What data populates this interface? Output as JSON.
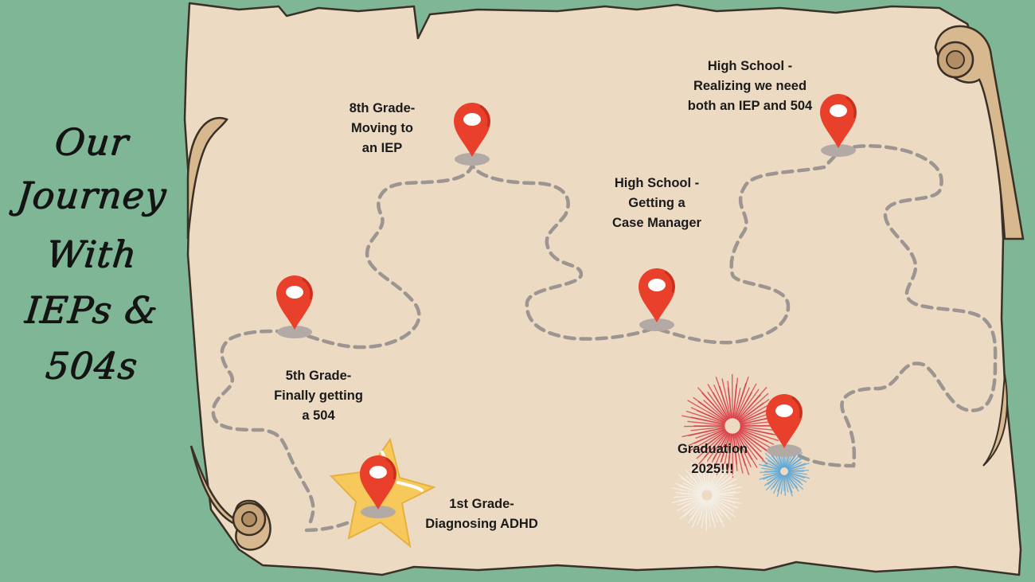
{
  "title": {
    "lines": [
      "Our",
      "Journey",
      "With",
      "IEPs &",
      "504s"
    ]
  },
  "milestones": [
    {
      "label": "1st Grade-\nDiagnosing ADHD",
      "icon": "location-pin-icon"
    },
    {
      "label": "5th Grade-\nFinally getting\na 504",
      "icon": "location-pin-icon"
    },
    {
      "label": "8th Grade-\nMoving to\nan IEP",
      "icon": "location-pin-icon"
    },
    {
      "label": "High School -\nGetting a\nCase Manager",
      "icon": "location-pin-icon"
    },
    {
      "label": "High School -\nRealizing we need\nboth an IEP and 504",
      "icon": "location-pin-icon"
    },
    {
      "label": "Graduation\n2025!!!",
      "icon": "location-pin-icon"
    }
  ],
  "decorations": {
    "highlight": "star-icon",
    "celebration": "fireworks-icon",
    "scroll": "parchment-scroll"
  },
  "colors": {
    "background": "#7fb796",
    "parchment": "#ecdac3",
    "pin": "#e8402a",
    "path": "#9c9591",
    "star": "#f7c85a",
    "text": "#1a1a1a"
  }
}
